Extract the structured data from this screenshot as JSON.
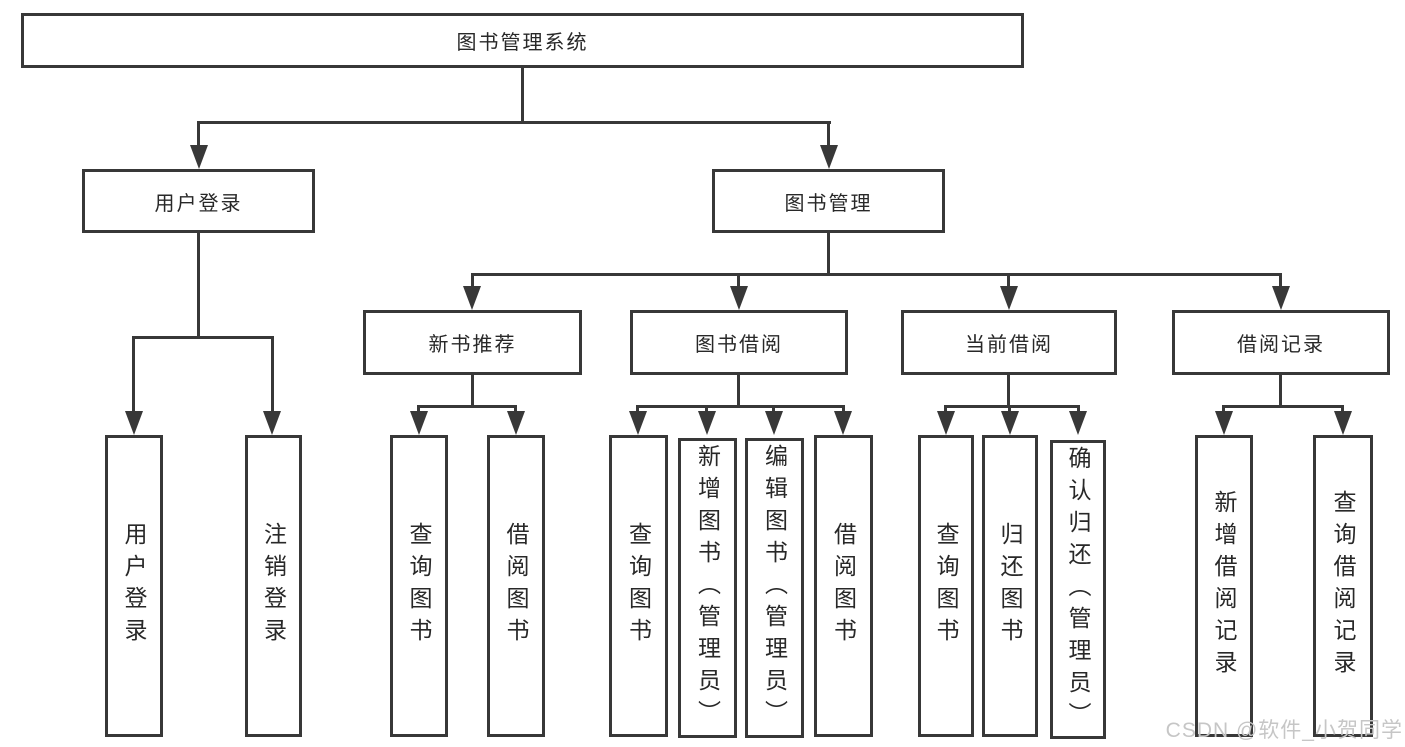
{
  "diagram": {
    "type": "hierarchy-tree",
    "title": "图书管理系统",
    "watermark": "CSDN @软件_小贺同学",
    "colors": {
      "line": "#383838",
      "text": "#282828",
      "background": "#ffffff",
      "watermark": "#c6c6c6"
    },
    "nodes": {
      "root": {
        "label": "图书管理系统",
        "level": 1
      },
      "user_login": {
        "label": "用户登录",
        "level": 2,
        "parent": "root"
      },
      "book_mgmt": {
        "label": "图书管理",
        "level": 2,
        "parent": "root"
      },
      "new_book_rec": {
        "label": "新书推荐",
        "level": 3,
        "parent": "book_mgmt"
      },
      "book_borrow": {
        "label": "图书借阅",
        "level": 3,
        "parent": "book_mgmt"
      },
      "current_borrow": {
        "label": "当前借阅",
        "level": 3,
        "parent": "book_mgmt"
      },
      "borrow_records": {
        "label": "借阅记录",
        "level": 3,
        "parent": "book_mgmt"
      },
      "leaf_user_login": {
        "label": "用户登录",
        "level": 4,
        "parent": "user_login"
      },
      "leaf_logout": {
        "label": "注销登录",
        "level": 4,
        "parent": "user_login"
      },
      "leaf_query_books_rec": {
        "label": "查询图书",
        "level": 4,
        "parent": "new_book_rec"
      },
      "leaf_borrow_books_rec": {
        "label": "借阅图书",
        "level": 4,
        "parent": "new_book_rec"
      },
      "leaf_query_books_borrow": {
        "label": "查询图书",
        "level": 4,
        "parent": "book_borrow"
      },
      "leaf_add_books": {
        "label": "新增图书（管理员）",
        "level": 4,
        "parent": "book_borrow"
      },
      "leaf_edit_books": {
        "label": "编辑图书（管理员）",
        "level": 4,
        "parent": "book_borrow"
      },
      "leaf_borrow_books_borrow": {
        "label": "借阅图书",
        "level": 4,
        "parent": "book_borrow"
      },
      "leaf_query_books_current": {
        "label": "查询图书",
        "level": 4,
        "parent": "current_borrow"
      },
      "leaf_return_books": {
        "label": "归还图书",
        "level": 4,
        "parent": "current_borrow"
      },
      "leaf_confirm_return": {
        "label": "确认归还（管理员）",
        "level": 4,
        "parent": "current_borrow"
      },
      "leaf_add_borrow_record": {
        "label": "新增借阅记录",
        "level": 4,
        "parent": "borrow_records"
      },
      "leaf_query_borrow_record": {
        "label": "查询借阅记录",
        "level": 4,
        "parent": "borrow_records"
      }
    },
    "hierarchy": {
      "图书管理系统": {
        "用户登录": [
          "用户登录",
          "注销登录"
        ],
        "图书管理": {
          "新书推荐": [
            "查询图书",
            "借阅图书"
          ],
          "图书借阅": [
            "查询图书",
            "新增图书（管理员）",
            "编辑图书（管理员）",
            "借阅图书"
          ],
          "当前借阅": [
            "查询图书",
            "归还图书",
            "确认归还（管理员）"
          ],
          "借阅记录": [
            "新增借阅记录",
            "查询借阅记录"
          ]
        }
      }
    }
  }
}
